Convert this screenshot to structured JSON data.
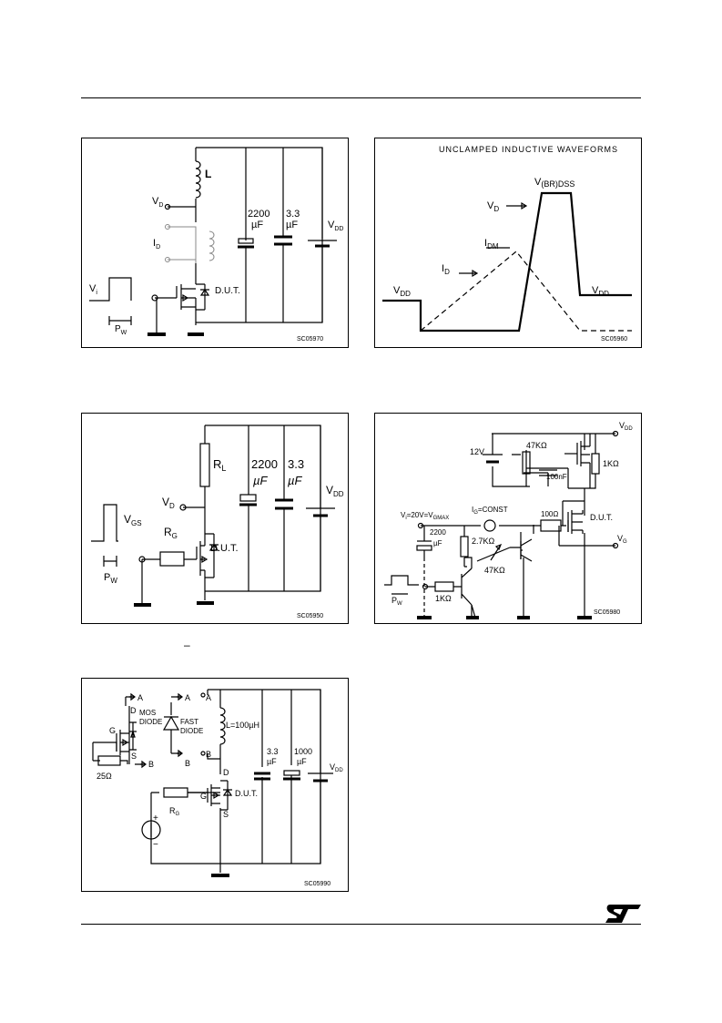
{
  "fig1": {
    "labels": {
      "L": "L",
      "VD": "V",
      "VD_sub": "D",
      "ID": "I",
      "ID_sub": "D",
      "cap1_a": "2200",
      "cap1_b": "µF",
      "cap2_a": "3.3",
      "cap2_b": "µF",
      "VDD": "V",
      "VDD_sub": "DD",
      "VI": "V",
      "VI_sub": "i",
      "PW": "P",
      "PW_sub": "W",
      "dut": "D.U.T."
    },
    "code": "SC05970"
  },
  "fig2": {
    "labels": {
      "title": "UNCLAMPED INDUCTIVE WAVEFORMS",
      "vbr": "V",
      "vbr_sub": "(BR)DSS",
      "vd": "V",
      "vd_sub": "D",
      "idm": "I",
      "idm_sub": "DM",
      "id": "I",
      "id_sub": "D",
      "vdd_left": "V",
      "vdd_left_sub": "DD",
      "vdd_right": "V",
      "vdd_right_sub": "DD"
    },
    "code": "SC05960"
  },
  "fig3": {
    "labels": {
      "RL": "R",
      "RL_sub": "L",
      "cap1_a": "2200",
      "cap1_b": "µF",
      "cap2_a": "3.3",
      "cap2_b": "µF",
      "VDD": "V",
      "VDD_sub": "DD",
      "VD": "V",
      "VD_sub": "D",
      "VGS": "V",
      "VGS_sub": "GS",
      "RG": "R",
      "RG_sub": "G",
      "dut": "D.U.T.",
      "PW": "P",
      "PW_sub": "W"
    },
    "code": "SC05950"
  },
  "fig4": {
    "labels": {
      "VDD": "V",
      "VDD_sub": "DD",
      "v12": "12V",
      "r47k_top": "47KΩ",
      "r1k_right": "1KΩ",
      "c100nf": "100nF",
      "vi": "V",
      "vi_sub": "i",
      "vi_rest": "=20V=V",
      "vi_rest_sub": "GMAX",
      "ig": "I",
      "ig_sub": "G",
      "ig_rest": "=CONST",
      "r100": "100Ω",
      "dut": "D.U.T.",
      "c2200_a": "2200",
      "c2200_b": "µF",
      "r27k": "2.7KΩ",
      "r47k_mid": "47KΩ",
      "vg": "V",
      "vg_sub": "G",
      "pw": "P",
      "pw_sub": "W",
      "r1k_left": "1KΩ"
    },
    "code": "SC05980"
  },
  "fig5": {
    "labels": {
      "A_left": "A",
      "B_left": "B",
      "D": "D",
      "G": "G",
      "S": "S",
      "mos_a": "MOS",
      "mos_b": "DIODE",
      "r25": "25Ω",
      "A_mid": "A",
      "A_mid2": "A",
      "B_mid": "B",
      "B_mid2": "B",
      "fast_a": "FAST",
      "fast_b": "DIODE",
      "L": "L=100µH",
      "cap1_a": "3.3",
      "cap1_b": "µF",
      "cap2_a": "1000",
      "cap2_b": "µF",
      "VDD": "V",
      "VDD_sub": "DD",
      "D2": "D",
      "G2": "G",
      "S2": "S",
      "dut": "D.U.T.",
      "plus": "+",
      "minus": "−",
      "RG": "R",
      "RG_sub": "G"
    },
    "code": "SC05990"
  },
  "stray_mark": "–",
  "logo_text": "ST"
}
